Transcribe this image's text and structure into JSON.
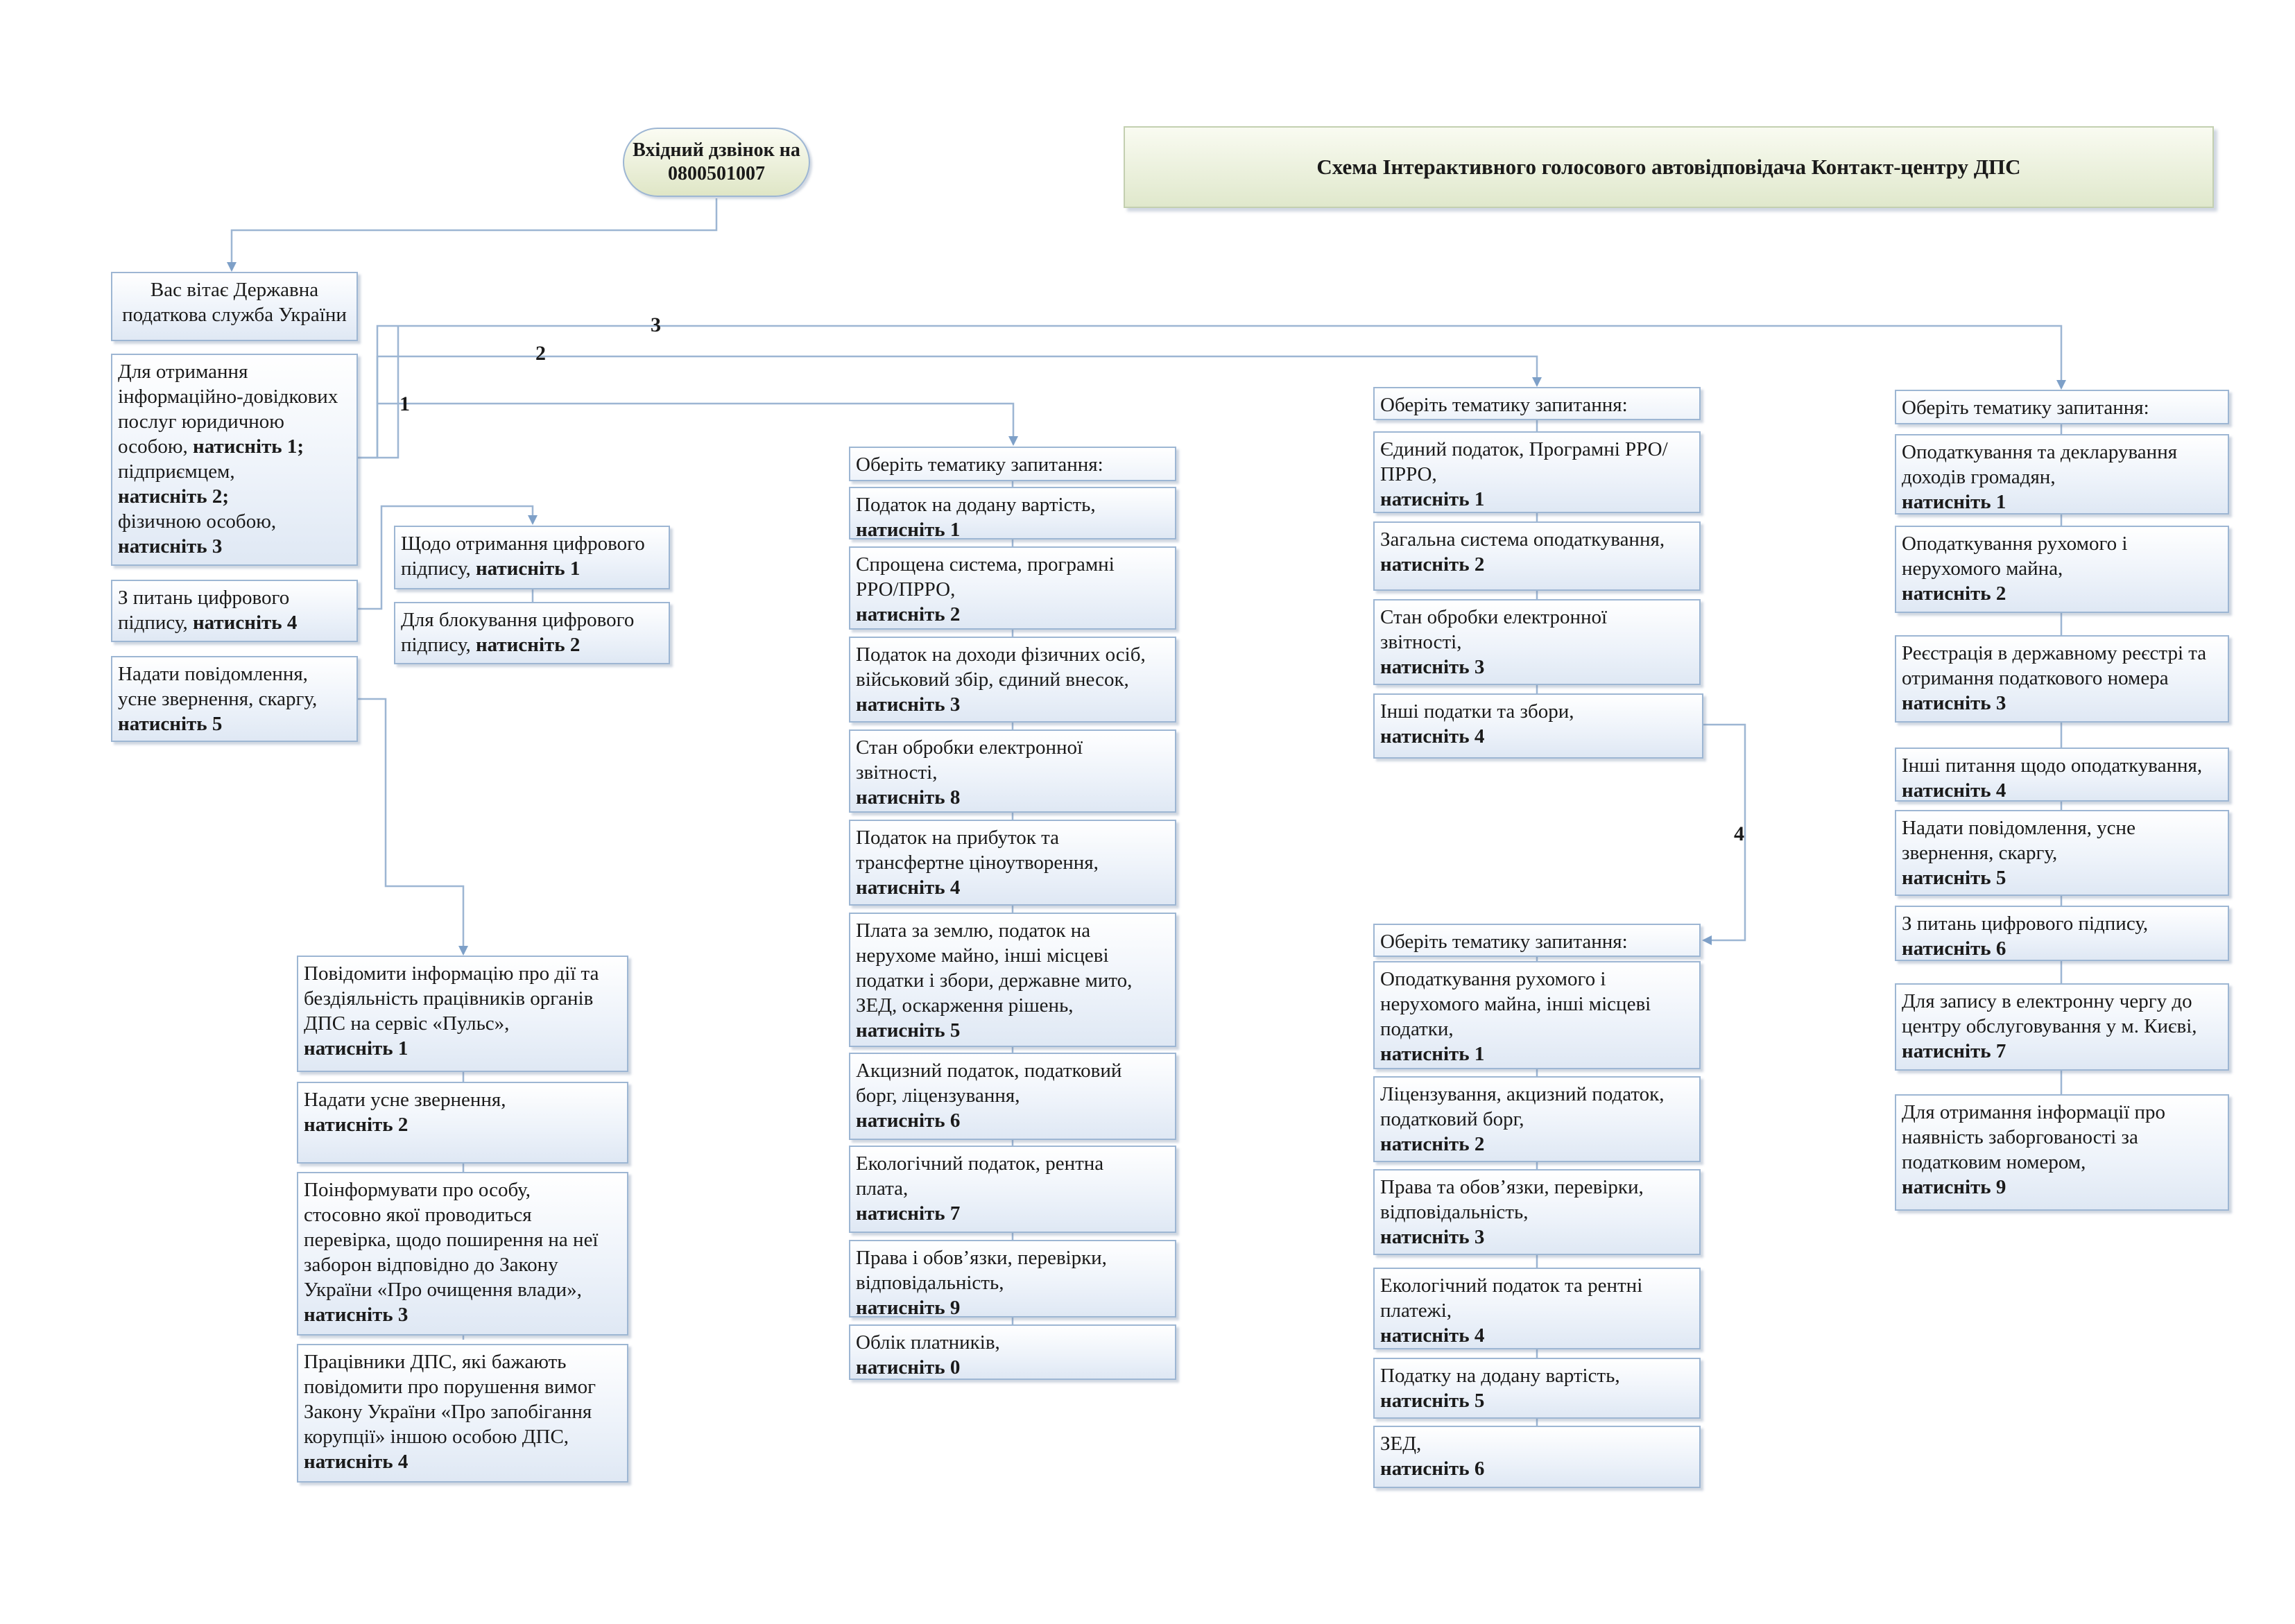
{
  "title": "Схема Інтерактивного голосового автовідповідача Контакт-центру ДПС",
  "start": "Вхідний дзвінок на 0800501007",
  "welcome": "Вас вітає Державна податкова служба України",
  "branch_numbers": [
    "1",
    "2",
    "3",
    "4"
  ],
  "main_menu": [
    {
      "lines": [
        "Для отримання",
        "інформаційно-довідкових",
        "послуг юридичною",
        "особою,"
      ],
      "tail": "натисніть 1;",
      "rest": [
        [
          "підприємцем,",
          ""
        ],
        [
          "",
          "натисніть 2;"
        ],
        [
          "фізичною особою,",
          ""
        ],
        [
          "",
          "натисніть 3"
        ]
      ]
    },
    {
      "lines": [
        "З питань цифрового"
      ],
      "last": "підпису,",
      "press": "натисніть 4"
    },
    {
      "lines": [
        "Надати повідомлення,",
        "усне звернення, скаргу,"
      ],
      "press": "натисніть 5"
    }
  ],
  "digital_signature": [
    {
      "lines": [
        "Щодо отримання цифрового"
      ],
      "last": "підпису,",
      "press": "натисніть 1"
    },
    {
      "lines": [
        "Для блокування цифрового"
      ],
      "last": "підпису,",
      "press": "натисніть 2"
    }
  ],
  "complaints": [
    {
      "lines": [
        "Повідомити інформацію про дії та",
        "бездіяльність працівників органів",
        "ДПС на сервіс «Пульс»,"
      ],
      "press": "натисніть 1"
    },
    {
      "lines": [
        "Надати усне звернення,"
      ],
      "press": "натисніть 2"
    },
    {
      "lines": [
        "Поінформувати про особу,",
        "стосовно якої проводиться",
        "перевірка, щодо поширення на неї",
        "заборон відповідно до Закону",
        "України «Про очищення влади»,"
      ],
      "press": "натисніть 3"
    },
    {
      "lines": [
        "Працівники ДПС, які бажають",
        "повідомити про порушення вимог",
        "Закону України «Про запобігання",
        "корупції» іншою особою ДПС,"
      ],
      "press": "натисніть 4"
    }
  ],
  "legal": {
    "header": "Оберіть тематику запитання:",
    "items": [
      {
        "lines": [
          "Податок на додану вартість,"
        ],
        "press": "натисніть 1"
      },
      {
        "lines": [
          "Спрощена система, програмні",
          "РРО/ПРРО,"
        ],
        "press": "натисніть 2"
      },
      {
        "lines": [
          "Податок на доходи фізичних осіб,",
          "військовий збір, єдиний внесок,"
        ],
        "press": "натисніть 3"
      },
      {
        "lines": [
          "Стан обробки електронної",
          "звітності,"
        ],
        "press": "натисніть 8"
      },
      {
        "lines": [
          "Податок на прибуток та",
          "трансфертне ціноутворення,"
        ],
        "press": "натисніть 4"
      },
      {
        "lines": [
          "Плата за землю, податок на",
          "нерухоме майно, інші місцеві",
          "податки і збори, державне мито,",
          "ЗЕД, оскарження рішень,"
        ],
        "press": "натисніть 5"
      },
      {
        "lines": [
          "Акцизний податок, податковий",
          "борг, ліцензування,"
        ],
        "press": "натисніть 6"
      },
      {
        "lines": [
          "Екологічний податок, рентна",
          "плата,"
        ],
        "press": "натисніть 7"
      },
      {
        "lines": [
          "Права і обов’язки, перевірки,",
          "відповідальність,"
        ],
        "press": "натисніть 9"
      },
      {
        "lines": [
          "Облік платників,"
        ],
        "press": "натисніть 0"
      }
    ]
  },
  "entrepreneur": {
    "header": "Оберіть тематику запитання:",
    "items": [
      {
        "lines": [
          "Єдиний податок, Програмні РРО/",
          "ПРРО,"
        ],
        "press": "натисніть 1"
      },
      {
        "lines": [
          "Загальна система оподаткування,"
        ],
        "press": "натисніть 2"
      },
      {
        "lines": [
          "Стан обробки електронної",
          "звітності,"
        ],
        "press": "натисніть 3"
      },
      {
        "lines": [
          "Інші податки та збори,"
        ],
        "press": "натисніть 4"
      }
    ]
  },
  "entrepreneur_other": {
    "header": "Оберіть тематику запитання:",
    "items": [
      {
        "lines": [
          "Оподаткування рухомого і",
          "нерухомого майна, інші місцеві",
          "податки,"
        ],
        "press": "натисніть 1"
      },
      {
        "lines": [
          "Ліцензування, акцизний податок,",
          "податковий борг,"
        ],
        "press": "натисніть 2"
      },
      {
        "lines": [
          "Права та обов’язки, перевірки,",
          "відповідальність,"
        ],
        "press": "натисніть 3"
      },
      {
        "lines": [
          "Екологічний податок та рентні",
          "платежі,"
        ],
        "press": "натисніть 4"
      },
      {
        "lines": [
          "Податку на додану вартість,"
        ],
        "press": "натисніть 5"
      },
      {
        "lines": [
          "ЗЕД,"
        ],
        "press": "натисніть 6"
      }
    ]
  },
  "individual": {
    "header": "Оберіть тематику запитання:",
    "items": [
      {
        "lines": [
          "Оподаткування та декларування",
          "доходів громадян,"
        ],
        "press": "натисніть 1"
      },
      {
        "lines": [
          "Оподаткування рухомого і",
          "нерухомого майна,"
        ],
        "press": "натисніть 2"
      },
      {
        "lines": [
          "Реєстрація в державному реєстрі та",
          "отримання податкового номера"
        ],
        "press": "натисніть 3"
      },
      {
        "lines": [
          "Інші питання щодо оподаткування,"
        ],
        "press": "натисніть 4"
      },
      {
        "lines": [
          "Надати повідомлення, усне",
          "звернення, скаргу,"
        ],
        "press": "натисніть 5"
      },
      {
        "lines": [
          "З питань цифрового підпису,"
        ],
        "press": "натисніть 6"
      },
      {
        "lines": [
          "Для запису в електронну чергу до",
          "центру обслуговування у м. Києві,"
        ],
        "press": "натисніть 7"
      },
      {
        "lines": [
          "Для отримання інформації про",
          "наявність заборгованості за",
          "податковим номером,"
        ],
        "press": "натисніть 9"
      }
    ]
  }
}
